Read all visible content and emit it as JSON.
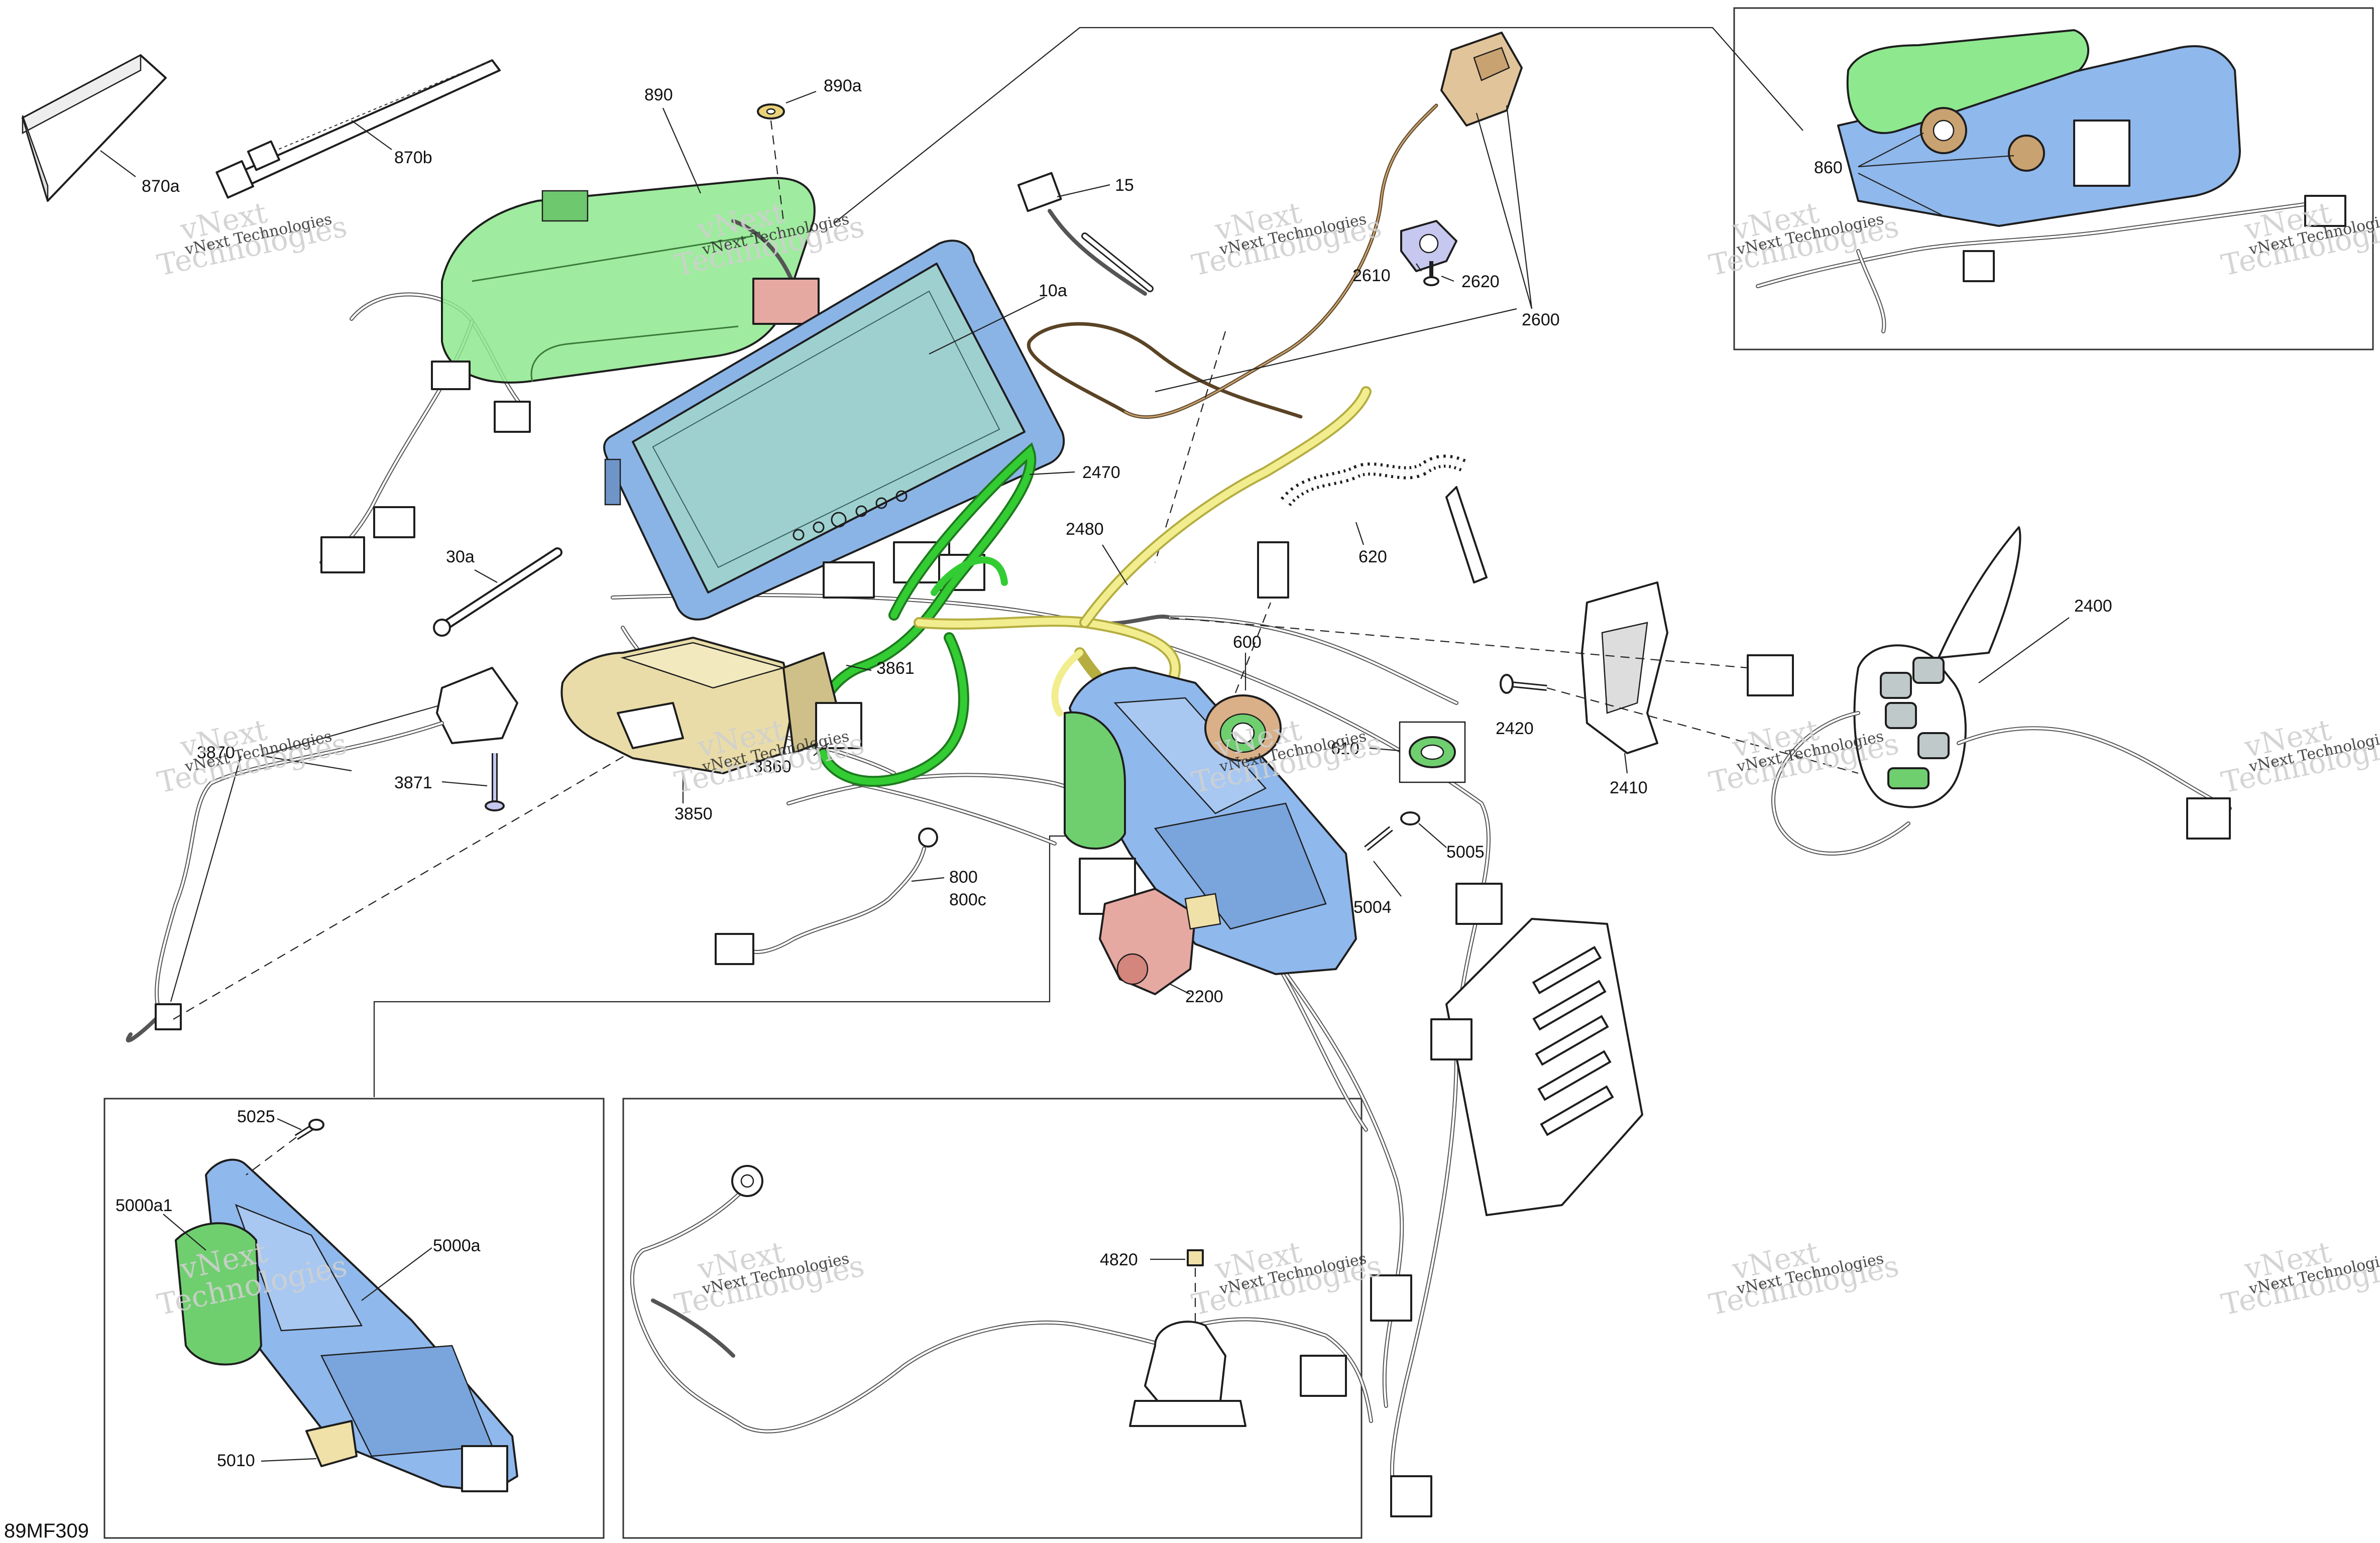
{
  "diagram_code": "89MF309",
  "watermark": {
    "line1": "vNext",
    "line2": "Technologies",
    "line3": "vNext Technologies"
  },
  "labels": {
    "l870a": "870a",
    "l870b": "870b",
    "l890": "890",
    "l890a": "890a",
    "l15": "15",
    "l10a": "10a",
    "l2610": "2610",
    "l2620": "2620",
    "l2600": "2600",
    "l860": "860",
    "l2470": "2470",
    "l2480": "2480",
    "l620": "620",
    "l30a": "30a",
    "l3870": "3870",
    "l3871": "3871",
    "l3861": "3861",
    "l3860": "3860",
    "l3850": "3850",
    "l600": "600",
    "l610": "610",
    "l2420": "2420",
    "l2410": "2410",
    "l2400": "2400",
    "l5005": "5005",
    "l5004": "5004",
    "l800": "800",
    "l800c": "800c",
    "l2200": "2200",
    "l5025": "5025",
    "l5000a1": "5000a1",
    "l5000a": "5000a",
    "l5010": "5010",
    "l4820": "4820"
  },
  "colors": {
    "display_screen": "#9fd0d0",
    "display_frame": "#8bb4e6",
    "module_green": "#8ee88e",
    "harness_green": "#33cc33",
    "harness_yellow": "#f2ee8f",
    "ecu_blue": "#8fb8ec",
    "tan_part": "#e2c49a",
    "pink_part": "#e6a9a2",
    "bronze_part": "#c9a271"
  }
}
